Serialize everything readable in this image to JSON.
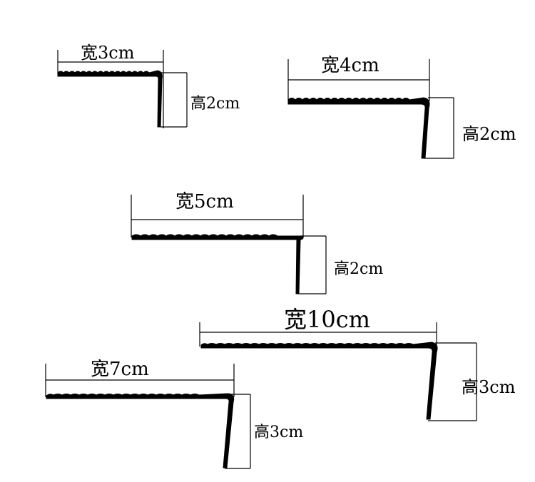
{
  "profiles": [
    {
      "id": "p1",
      "width_label": "宽3cm",
      "height_label": "高2cm"
    },
    {
      "id": "p2",
      "width_label": "宽4cm",
      "height_label": "高2cm"
    },
    {
      "id": "p3",
      "width_label": "宽5cm",
      "height_label": "高2cm"
    },
    {
      "id": "p4",
      "width_label": "宽10cm",
      "height_label": "高3cm"
    },
    {
      "id": "p5",
      "width_label": "宽7cm",
      "height_label": "高3cm"
    }
  ],
  "colors": {
    "line": "#000000",
    "background": "#ffffff"
  }
}
